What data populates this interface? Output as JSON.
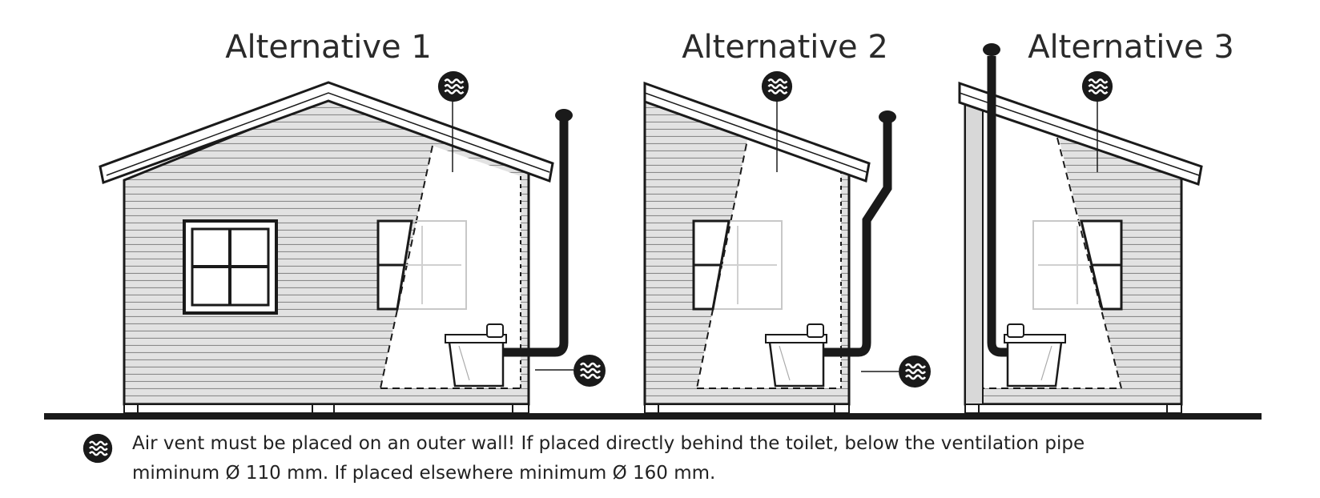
{
  "alternatives": [
    {
      "title": "Alternative 1"
    },
    {
      "title": "Alternative 2"
    },
    {
      "title": "Alternative 3"
    }
  ],
  "legend": {
    "icon": "air-vent-icon",
    "line1": "Air vent must be placed on an outer wall! If placed directly behind the toilet, below the ventilation pipe",
    "line2": "miminum Ø 110 mm. If placed elsewhere minimum Ø 160 mm."
  },
  "colors": {
    "ink": "#1a1a1a",
    "siding": "#d4d4d4",
    "cutaway": "#ffffff"
  }
}
